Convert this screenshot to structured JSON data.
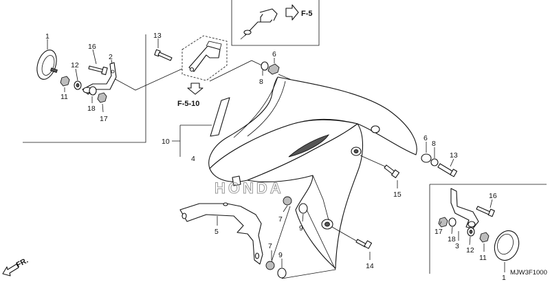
{
  "callouts": {
    "c1a": "1",
    "c1b": "1",
    "c2": "2",
    "c3": "3",
    "c4": "4",
    "c5": "5",
    "c6a": "6",
    "c6b": "6",
    "c7a": "7",
    "c7b": "7",
    "c8a": "8",
    "c8b": "8",
    "c9a": "9",
    "c9b": "9",
    "c10": "10",
    "c11a": "11",
    "c11b": "11",
    "c12a": "12",
    "c12b": "12",
    "c13a": "13",
    "c13b": "13",
    "c14": "14",
    "c15": "15",
    "c16a": "16",
    "c16b": "16",
    "c17a": "17",
    "c17b": "17",
    "c18a": "18",
    "c18b": "18"
  },
  "references": {
    "f5": "F-5",
    "f510": "F-5-10",
    "front": "FR."
  },
  "logo_text": "HONDA",
  "diagram_code": "MJW3F1000"
}
